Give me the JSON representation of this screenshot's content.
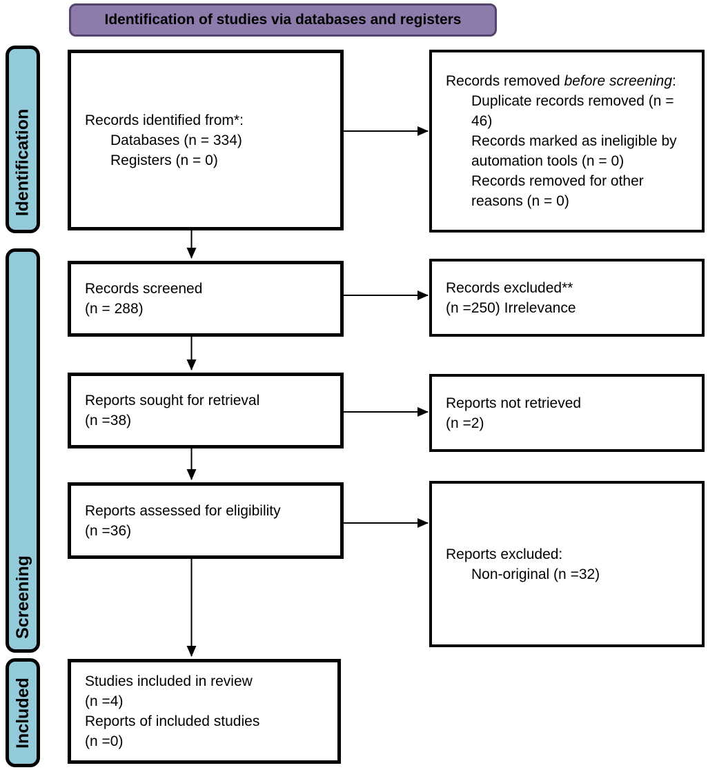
{
  "header": {
    "title": "Identification of studies via databases and registers"
  },
  "stages": {
    "identification": "Identification",
    "screening": "Screening",
    "included": "Included"
  },
  "boxes": {
    "records_identified": {
      "line1": "Records identified from*:",
      "line2": "Databases (n = 334)",
      "line3": "Registers (n = 0)"
    },
    "records_removed": {
      "intro_normal": "Records removed ",
      "intro_italic": "before screening",
      "intro_suffix": ":",
      "item1": "Duplicate records removed (n = 46)",
      "item2": "Records marked as ineligible by automation tools (n = 0)",
      "item3": "Records removed for other reasons (n = 0)"
    },
    "records_screened": {
      "line1": "Records screened",
      "line2": "(n = 288)"
    },
    "records_excluded": {
      "line1": "Records excluded**",
      "line2": "(n =250) Irrelevance"
    },
    "reports_sought": {
      "line1": "Reports sought for retrieval",
      "line2": "(n =38)"
    },
    "reports_not_retrieved": {
      "line1": "Reports not retrieved",
      "line2": "(n =2)"
    },
    "reports_assessed": {
      "line1": "Reports assessed for eligibility",
      "line2": "(n =36)"
    },
    "reports_excluded": {
      "line1": "Reports excluded:",
      "line2": "Non-original (n =32)"
    },
    "studies_included": {
      "line1": "Studies included in review",
      "line2": "(n =4)",
      "line3": "Reports of included studies",
      "line4": "(n =0)"
    }
  },
  "colors": {
    "banner_fill": "#8d7bab",
    "banner_border": "#53446e",
    "sidebar_fill": "#93cbdb",
    "box_border": "#000000",
    "arrow": "#000000"
  }
}
